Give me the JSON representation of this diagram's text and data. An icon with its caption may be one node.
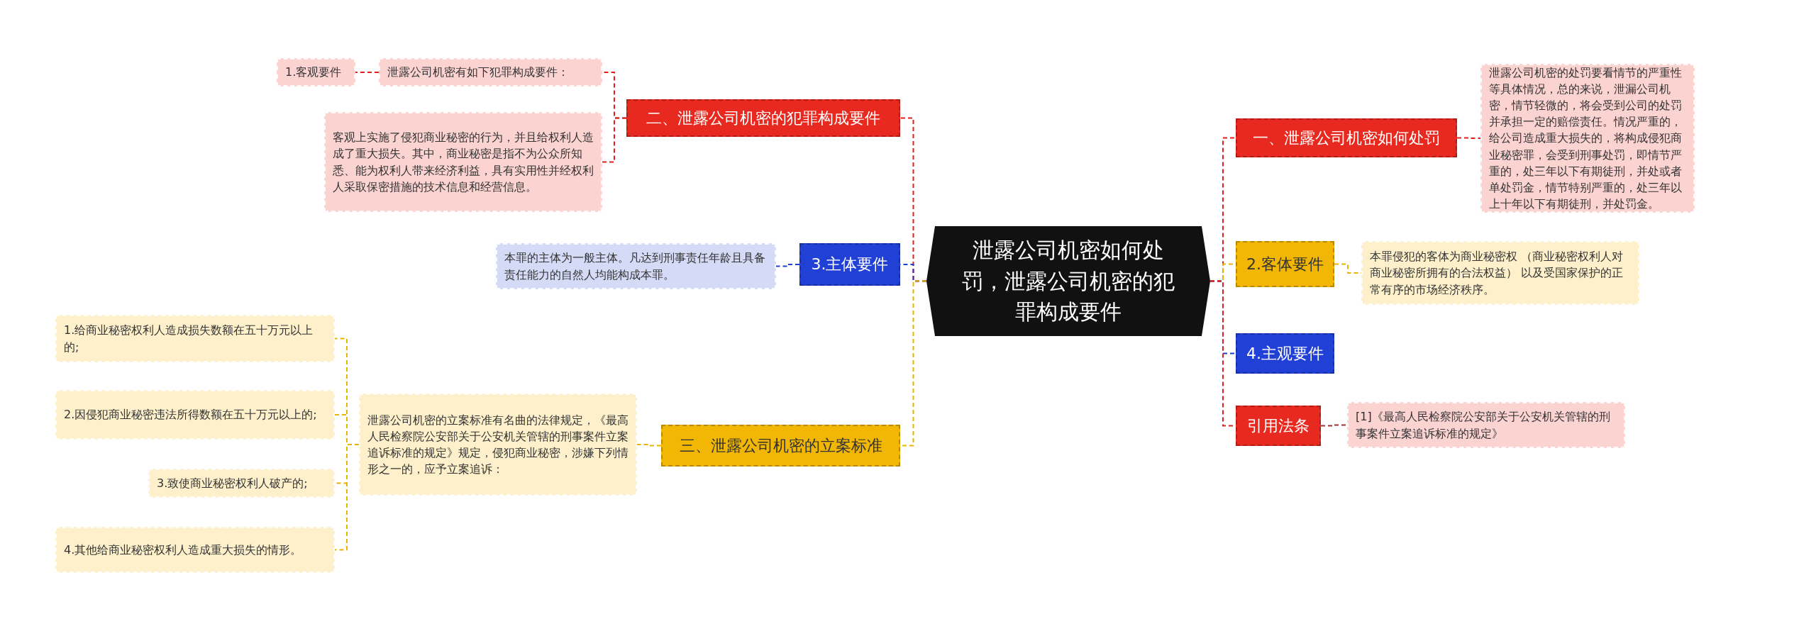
{
  "diagram": {
    "nodes": [
      {
        "text": [
          "泄露公司机密如何处罚，泄露公司机密的犯罪构成要件"
        ]
      },
      {
        "text": [
          "一、泄露公司机密如何处罚"
        ]
      },
      {
        "text": [
          "泄露公司机密的处罚要看情节的严重性等具体情况，总的来说，泄漏公司机密，情节轻微的，将会受到公司的处罚并承担一定的赔偿责任。情况严重的，给公司造成重大损失的，将构成侵犯商业秘密罪，会受到刑事处罚，即情节严重的，处三年以下有期徒刑，并处或者单处罚金，情节特别严重的，处三年以上十年以下有期徒刑，并处罚金。"
        ]
      },
      {
        "text": [
          "2.客体要件"
        ]
      },
      {
        "text": [
          "本罪侵犯的客体为商业秘密权 （商业秘密权利人对商业秘密所拥有的合法权益） 以及受国家保护的正常有序的市场经济秩序。"
        ]
      },
      {
        "text": [
          "4.主观要件"
        ]
      },
      {
        "text": [
          "引用法条"
        ]
      },
      {
        "text": [
          "[1]《最高人民检察院公安部关于公安机关管辖的刑事案件立案追诉标准的规定》"
        ]
      },
      {
        "text": [
          "二、泄露公司机密的犯罪构成要件"
        ]
      },
      {
        "text": [
          "泄露公司机密有如下犯罪构成要件："
        ]
      },
      {
        "text": [
          "1.客观要件"
        ]
      },
      {
        "text": [
          "客观上实施了侵犯商业秘密的行为，并且给权利人造成了重大损失。其中，商业秘密是指不为公众所知悉、能为权利人带来经济利益，具有实用性并经权利人采取保密措施的技术信息和经营信息。"
        ]
      },
      {
        "text": [
          "3.主体要件"
        ]
      },
      {
        "text": [
          "本罪的主体为一般主体。凡达到刑事责任年龄且具备责任能力的自然人均能构成本罪。"
        ]
      },
      {
        "text": [
          "三、泄露公司机密的立案标准"
        ]
      },
      {
        "text": [
          "泄露公司机密的立案标准有名曲的法律规定，《最高人民检察院公安部关于公安机关管辖的刑事案件立案追诉标准的规定》规定，侵犯商业秘密，涉嫌下列情形之一的，应予立案追诉："
        ]
      },
      {
        "text": [
          "1.给商业秘密权利人造成损失数额在五十万元以上的;"
        ]
      },
      {
        "text": [
          "2.因侵犯商业秘密违法所得数额在五十万元以上的;"
        ]
      },
      {
        "text": [
          "3.致使商业秘密权利人破产的;"
        ]
      },
      {
        "text": [
          "4.其他给商业秘密权利人造成重大损失的情形。"
        ]
      }
    ],
    "edges": [
      {
        "from": 0,
        "to": 1,
        "arrow": "none",
        "color": "#e0201c"
      },
      {
        "from": 1,
        "to": 2,
        "arrow": "none",
        "color": "#e0201c"
      },
      {
        "from": 0,
        "to": 3,
        "arrow": "none",
        "color": "#e8b400"
      },
      {
        "from": 3,
        "to": 4,
        "arrow": "none",
        "color": "#e8b400"
      },
      {
        "from": 0,
        "to": 5,
        "arrow": "none",
        "color": "#1f3fd0"
      },
      {
        "from": 0,
        "to": 6,
        "arrow": "none",
        "color": "#e0201c"
      },
      {
        "from": 6,
        "to": 7,
        "arrow": "none",
        "color": "#a0302c"
      },
      {
        "from": 0,
        "to": 8,
        "arrow": "none",
        "color": "#e0201c"
      },
      {
        "from": 8,
        "to": 9,
        "arrow": "none",
        "color": "#e0201c"
      },
      {
        "from": 9,
        "to": 10,
        "arrow": "none",
        "color": "#e0201c"
      },
      {
        "from": 8,
        "to": 11,
        "arrow": "none",
        "color": "#e0201c"
      },
      {
        "from": 0,
        "to": 12,
        "arrow": "none",
        "color": "#1f3fd0"
      },
      {
        "from": 12,
        "to": 13,
        "arrow": "none",
        "color": "#1f3fd0"
      },
      {
        "from": 0,
        "to": 14,
        "arrow": "none",
        "color": "#e8b400"
      },
      {
        "from": 14,
        "to": 15,
        "arrow": "none",
        "color": "#e8b400"
      },
      {
        "from": 15,
        "to": 16,
        "arrow": "none",
        "color": "#e8b400"
      },
      {
        "from": 15,
        "to": 17,
        "arrow": "none",
        "color": "#e8b400"
      },
      {
        "from": 15,
        "to": 18,
        "arrow": "none",
        "color": "#e8b400"
      },
      {
        "from": 15,
        "to": 19,
        "arrow": "none",
        "color": "#e8b400"
      }
    ]
  }
}
